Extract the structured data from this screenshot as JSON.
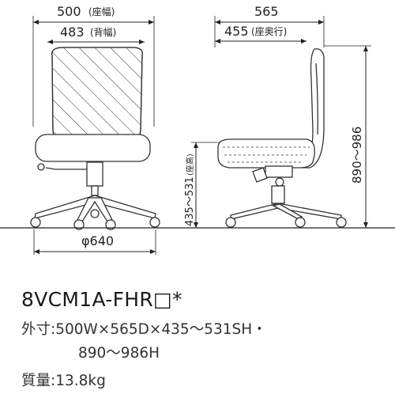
{
  "dimensions": {
    "seat_width": "500",
    "seat_width_note": "(座幅)",
    "back_width": "483",
    "back_width_note": "(背幅)",
    "total_depth": "565",
    "seat_depth": "455",
    "seat_depth_note": "(座奥行)",
    "total_height": "890～986",
    "seat_height": "435～531",
    "seat_height_note": "(座高)",
    "base_diameter": "φ640"
  },
  "product": {
    "model": "8VCM1A-FHR□*",
    "outer_label": "外寸:",
    "outer_line1": "500W×565D×435～531SH・",
    "outer_line2": "890～986H",
    "weight_label": "質量:",
    "weight_value": "13.8kg"
  }
}
